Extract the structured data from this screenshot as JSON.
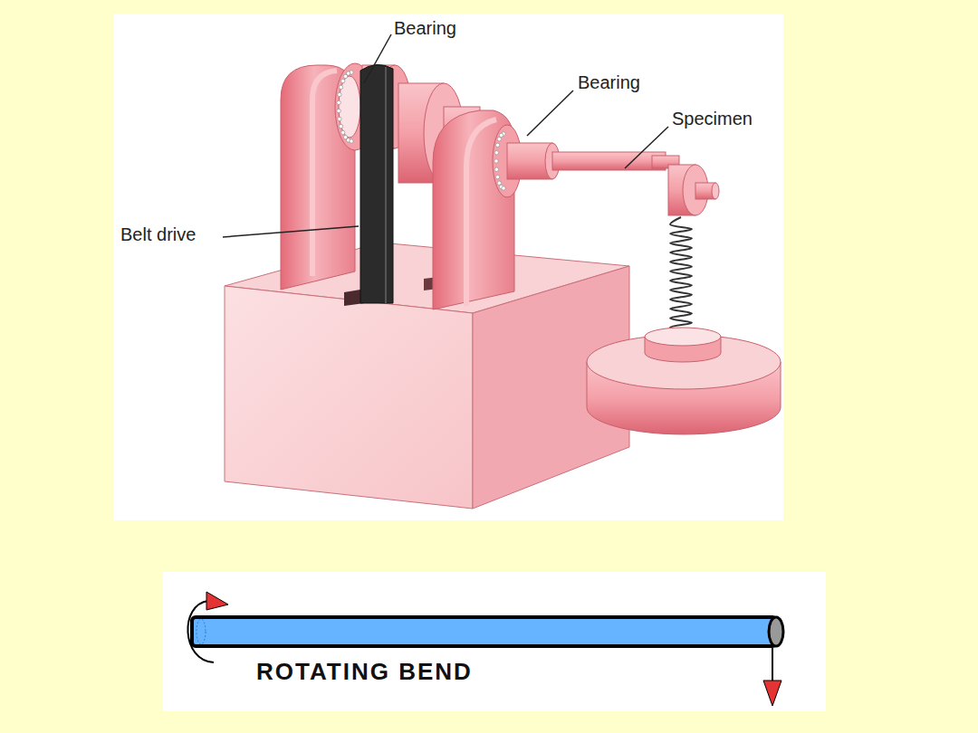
{
  "diagram": {
    "labels": [
      "Bearing",
      "Bearing",
      "Specimen",
      "Belt drive",
      "ROTATING BEND"
    ]
  }
}
